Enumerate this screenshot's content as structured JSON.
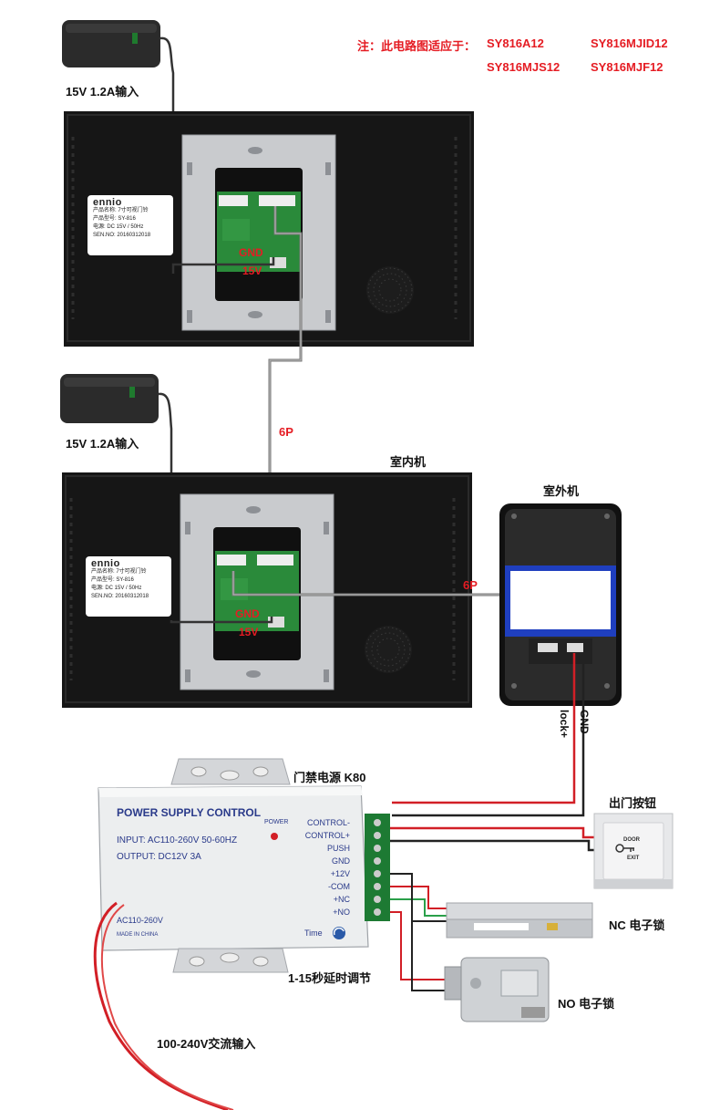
{
  "note": {
    "prefix": "注：此电路图适应于：",
    "models": [
      "SY816A12",
      "SY816MJID12",
      "SY816MJS12",
      "SY816MJF12"
    ]
  },
  "adapter_top_label": "15V 1.2A输入",
  "adapter_mid_label": "15V 1.2A输入",
  "monitor_sticker": {
    "brand": "ennio",
    "name": "产品名称: 7寸可视门铃",
    "model": "产品型号: SY-816",
    "power": "电源:   DC 15V / 50Hz",
    "serial": "SEN.NO: 20160312018"
  },
  "monitor_top_terminals": {
    "gnd": "GND",
    "v15": "15V"
  },
  "monitor_bottom_terminals": {
    "gnd": "GND",
    "v15": "15V"
  },
  "cable_6p_vertical": "6P",
  "cable_6p_horizontal": "6P",
  "indoor_label": "室内机",
  "outdoor_label": "室外机",
  "outdoor_wires": {
    "lock": "lock+",
    "gnd": "GND"
  },
  "psu": {
    "header": "门禁电源 K80",
    "title": "POWER SUPPLY CONTROL",
    "input": "INPUT: AC110-260V 50-60HZ",
    "output": "OUTPUT: DC12V  3A",
    "power_led": "POWER",
    "ac_label": "AC110-260V",
    "made_in": "MADE IN CHINA",
    "time_label": "Time",
    "terminals": [
      "CONTROL-",
      "CONTROL+",
      "PUSH",
      "GND",
      "+12V",
      "-COM",
      "+NC",
      "+NO"
    ]
  },
  "exit_button_label": "出门按钮",
  "exit_plate": {
    "door": "DOOR",
    "exit": "EXIT"
  },
  "nc_lock_label": "NC 电子锁",
  "no_lock_label": "NO 电子锁",
  "delay_label": "1-15秒延时调节",
  "ac_input_label": "100-240V交流输入",
  "colors": {
    "accent_red": "#e51c23",
    "psu_text": "#2a3a8a",
    "monitor": "#1a1a1a"
  }
}
